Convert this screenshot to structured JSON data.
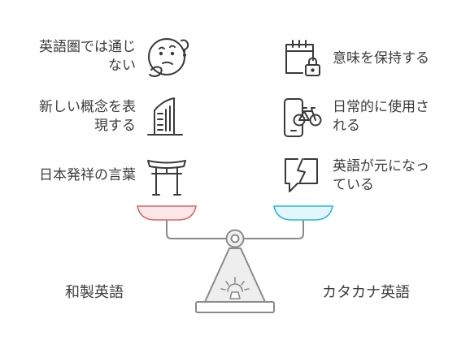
{
  "left": {
    "caption": "和製英語",
    "items": [
      {
        "lines": [
          "英語圏では通じ",
          "ない"
        ],
        "icon": "confused-face-icon"
      },
      {
        "lines": [
          "新しい概念を表",
          "現する"
        ],
        "icon": "skyscraper-icon"
      },
      {
        "lines": [
          "日本発祥の言葉"
        ],
        "icon": "torii-gate-icon"
      }
    ],
    "pan_color": "#e06666",
    "pan_fill": "#fce8e8"
  },
  "right": {
    "caption": "カタカナ英語",
    "items": [
      {
        "lines": [
          "意味を保持する"
        ],
        "icon": "locked-calendar-icon"
      },
      {
        "lines": [
          "日常的に使用さ",
          "れる"
        ],
        "icon": "phone-bicycle-icon"
      },
      {
        "lines": [
          "英語が元になっ",
          "ている"
        ],
        "icon": "broken-speech-bubble-icon"
      }
    ],
    "pan_color": "#29b6e0",
    "pan_fill": "#e3f6fc"
  }
}
